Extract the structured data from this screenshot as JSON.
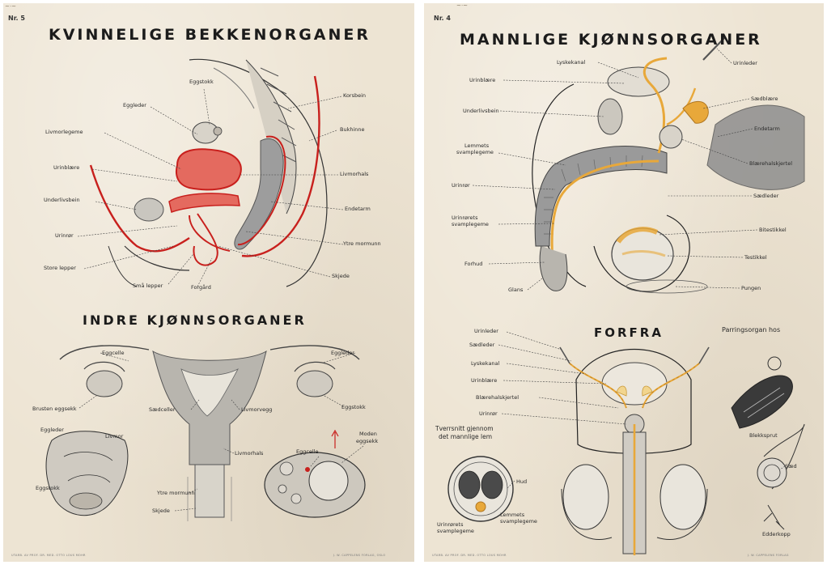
{
  "left": {
    "number": "Nr. 5",
    "title": "KVINNELIGE BEKKENORGANER",
    "subtitle": "INDRE KJØNNSORGANER",
    "labels": {
      "eggstokk": "Eggstokk",
      "eggleder": "Eggleder",
      "livmorlegeme": "Livmorlegeme",
      "urinblaere": "Urinblære",
      "underlivsbein": "Underlivsbein",
      "urinror": "Urinrør",
      "store_lepper": "Store lepper",
      "sma_lepper": "Små lepper",
      "forgard": "Forgård",
      "korsbein": "Korsbein",
      "bukhinne": "Bukhinne",
      "livmorhals": "Livmorhals",
      "endetarm": "Endetarm",
      "ytre_mormunn": "Ytre mormunn",
      "skjede": "Skjede"
    },
    "lower_labels": {
      "eggcelle": "Eggcelle",
      "eggleder": "Eggleder",
      "brusten_eggsekk": "Brusten eggsekk",
      "eggstokk": "Eggstokk",
      "saedceller": "Sædceller",
      "livmorvegg": "Livmorvegg",
      "livmorhals": "Livmorhals",
      "ytre_mormunn": "Ytre mormunn",
      "skjede": "Skjede",
      "eggleder_small": "Eggleder",
      "livmor": "Livmor",
      "eggstokk_small": "Eggstokk",
      "eggcelle_small": "Eggcelle",
      "moden": "Moden",
      "eggsekk": "eggsekk"
    },
    "footer_left": "UTARB. AV PROF. DR. MED. OTTO LOUS MOHR",
    "footer_right": "J. W. CAPPELENS FORLAG, OSLO"
  },
  "right": {
    "number": "Nr. 4",
    "title": "MANNLIGE KJØNNSORGANER",
    "subtitle": "FORFRA",
    "aside_title": "Parringsorgan hos",
    "labels": {
      "lyskekanal": "Lyskekanal",
      "urinblaere": "Urinblære",
      "underlivsbein": "Underlivsbein",
      "lemmets_svamplegeme_1": "Lemmets",
      "lemmets_svamplegeme_2": "svamplegeme",
      "urinror": "Urinrør",
      "urinrorets_1": "Urinrørets",
      "urinrorets_2": "svamplegeme",
      "forhud": "Forhud",
      "glans": "Glans",
      "urinleder": "Urinleder",
      "saedblaere": "Sædblære",
      "endetarm": "Endetarm",
      "blaerehalskjertel": "Blærehalskjertel",
      "saedleder": "Sædleder",
      "bitestikkel": "Bitestikkel",
      "testikkel": "Testikkel",
      "pungen": "Pungen"
    },
    "lower_labels": {
      "urinleder": "Urinleder",
      "saedleder": "Sædleder",
      "lyskekanal": "Lyskekanal",
      "urinblaere": "Urinblære",
      "blaerehalskjertel": "Blærehalskjertel",
      "urinror": "Urinrør",
      "tverrsnitt_1": "Tverrsnitt gjennom",
      "tverrsnitt_2": "det mannlige lem",
      "hud": "Hud",
      "urinrorets_1": "Urinrørets",
      "urinrorets_2": "svamplegeme",
      "lemmets_1": "Lemmets",
      "lemmets_2": "svamplegeme",
      "blekksprut": "Blekksprut",
      "saed": "Sæd",
      "edderkopp": "Edderkopp"
    },
    "footer_left": "UTARB. AV PROF. DR. MED. OTTO LOUS MOHR",
    "footer_right": "J. W. CAPPELENS FORLAG"
  },
  "colors": {
    "paper": "#ede4d3",
    "red_outline": "#c8201d",
    "red_fill": "#e46a5f",
    "orange_duct": "#e8a83a",
    "gray_tissue": "#8d8d8d"
  }
}
